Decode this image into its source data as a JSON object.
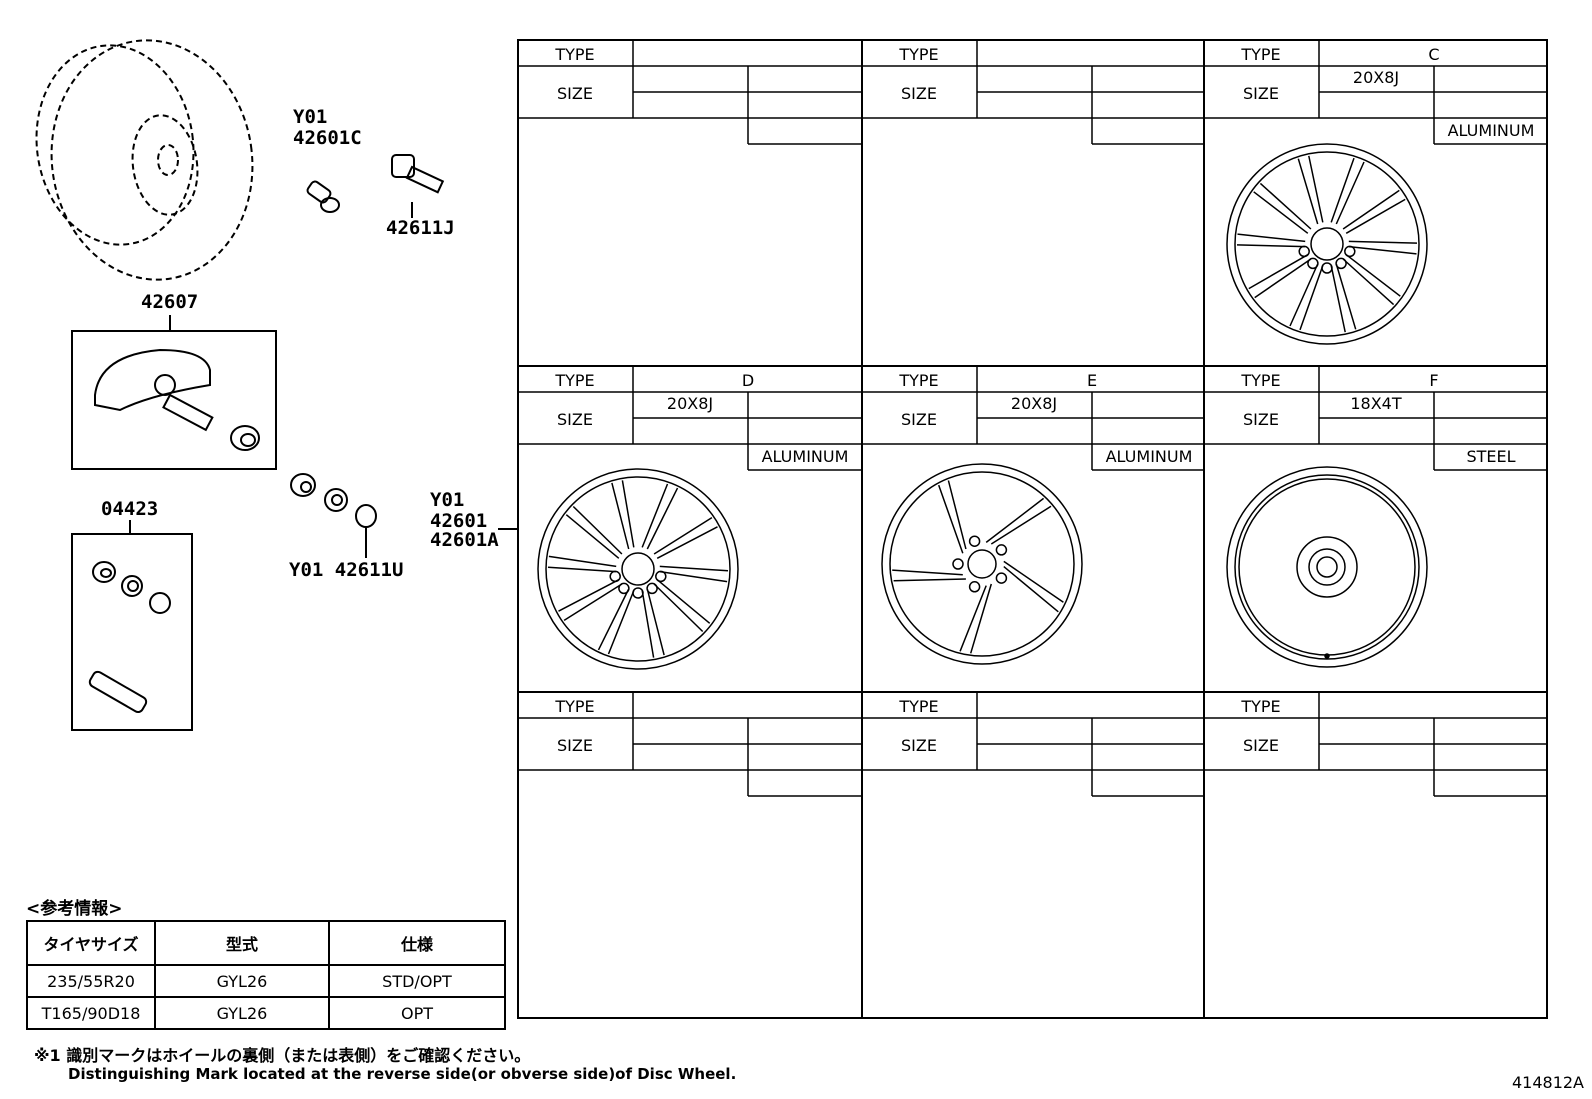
{
  "parts": {
    "valve_cap_code": "Y01",
    "valve_cap_part": "42601C",
    "valve_part": "42611J",
    "sensor_part": "42607",
    "kit_part": "04423",
    "nut_code": "Y01 42611U",
    "wheel_code": "Y01",
    "wheel_part_1": "42601",
    "wheel_part_2": "42601A"
  },
  "wheel_grid": {
    "type_label": "TYPE",
    "size_label": "SIZE",
    "cells": [
      {
        "type": "",
        "size": "",
        "material": ""
      },
      {
        "type": "",
        "size": "",
        "material": ""
      },
      {
        "type": "C",
        "size": "20X8J",
        "material": "ALUMINUM"
      },
      {
        "type": "D",
        "size": "20X8J",
        "material": "ALUMINUM"
      },
      {
        "type": "E",
        "size": "20X8J",
        "material": "ALUMINUM"
      },
      {
        "type": "F",
        "size": "18X4T",
        "material": "STEEL"
      },
      {
        "type": "",
        "size": "",
        "material": ""
      },
      {
        "type": "",
        "size": "",
        "material": ""
      },
      {
        "type": "",
        "size": "",
        "material": ""
      }
    ]
  },
  "reference": {
    "title": "<参考情報>",
    "headers": [
      "タイヤサイズ",
      "型式",
      "仕様"
    ],
    "rows": [
      [
        "235/55R20",
        "GYL26",
        "STD/OPT"
      ],
      [
        "T165/90D18",
        "GYL26",
        "OPT"
      ]
    ]
  },
  "notes": {
    "jp": "※1 識別マークはホイールの裏側（または表側）をご確認ください。",
    "en": "Distinguishing Mark located at the reverse side(or obverse side)of Disc Wheel."
  },
  "diagram_code": "414812A"
}
